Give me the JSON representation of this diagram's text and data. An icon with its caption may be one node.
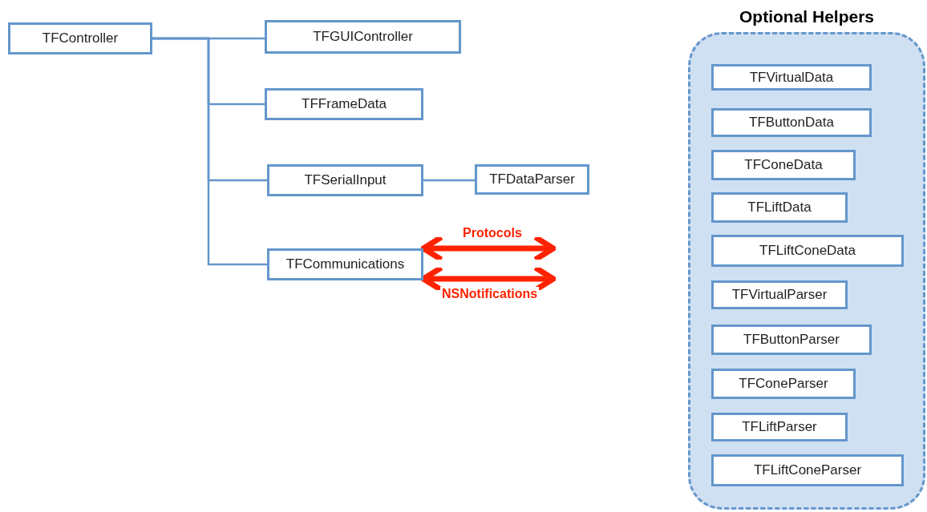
{
  "diagram": {
    "nodes": [
      {
        "text": [
          "TFController"
        ]
      },
      {
        "text": [
          "TFGUIController"
        ]
      },
      {
        "text": [
          "TFFrameData"
        ]
      },
      {
        "text": [
          "TFSerialInput"
        ]
      },
      {
        "text": [
          "TFDataParser"
        ]
      },
      {
        "text": [
          "TFCommunications"
        ]
      },
      {
        "text": [
          "Optional Helpers"
        ]
      },
      {
        "text": [
          "TFVirtualData"
        ],
        "in": 6
      },
      {
        "text": [
          "TFButtonData"
        ],
        "in": 6
      },
      {
        "text": [
          "TFConeData"
        ],
        "in": 6
      },
      {
        "text": [
          "TFLiftData"
        ],
        "in": 6
      },
      {
        "text": [
          "TFLiftConeData"
        ],
        "in": 6
      },
      {
        "text": [
          "TFVirtualParser"
        ],
        "in": 6
      },
      {
        "text": [
          "TFButtonParser"
        ],
        "in": 6
      },
      {
        "text": [
          "TFConeParser"
        ],
        "in": 6
      },
      {
        "text": [
          "TFLiftParser"
        ],
        "in": 6
      },
      {
        "text": [
          "TFLiftConeParser"
        ],
        "in": 6
      }
    ],
    "edges": [
      {
        "from": 0,
        "to": 1,
        "arrow": "none"
      },
      {
        "from": 0,
        "to": 2,
        "arrow": "none"
      },
      {
        "from": 0,
        "to": 3,
        "arrow": "none"
      },
      {
        "from": 0,
        "to": 5,
        "arrow": "none"
      },
      {
        "from": 3,
        "to": 4,
        "arrow": "none"
      },
      {
        "from": 5,
        "to": null,
        "arrow": "both",
        "label": "Protocols",
        "style": "thick",
        "color": "#ff2200"
      },
      {
        "from": 5,
        "to": null,
        "arrow": "both",
        "label": "NSNotifications",
        "style": "thick",
        "color": "#ff2200"
      }
    ]
  }
}
